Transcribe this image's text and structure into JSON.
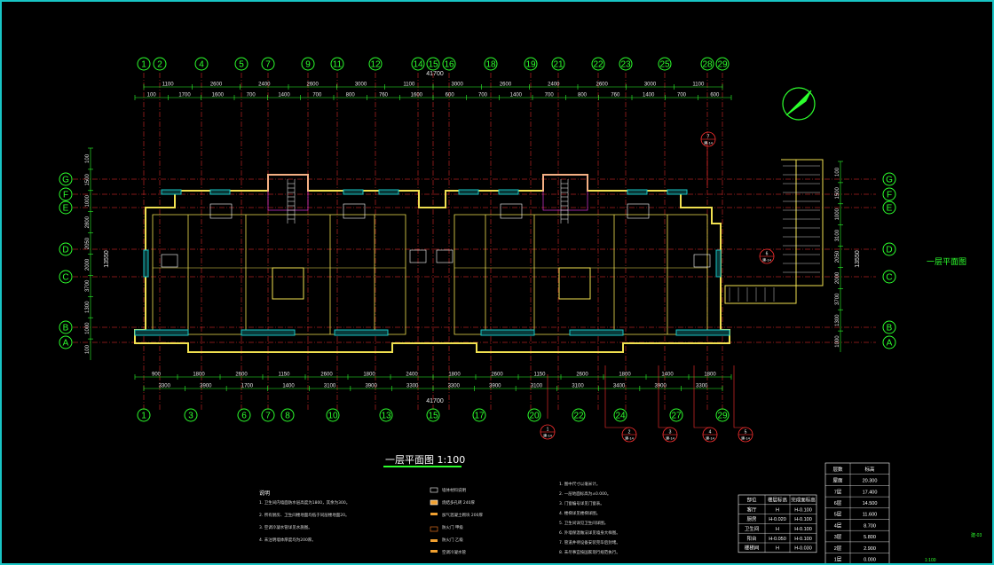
{
  "drawing": {
    "title": "一层平面图 1:100",
    "side_title": "一层平面图",
    "sheet_code": "建-03",
    "scale_stamp": "1:100",
    "colors": {
      "axis": "#2dff2d",
      "wall": "#f0e050",
      "window": "#18c4c4",
      "grid": "#ff3030",
      "text": "#e6e6e6"
    }
  },
  "axes": {
    "top": [
      "1",
      "2",
      "4",
      "5",
      "7",
      "9",
      "11",
      "12",
      "14",
      "15",
      "16",
      "18",
      "19",
      "21",
      "22",
      "23",
      "25",
      "28",
      "29"
    ],
    "bottom": [
      "1",
      "3",
      "6",
      "7",
      "8",
      "10",
      "13",
      "15",
      "17",
      "20",
      "22",
      "24",
      "27",
      "29"
    ],
    "rows": [
      "G",
      "F",
      "E",
      "D",
      "C",
      "B",
      "A"
    ]
  },
  "dims": {
    "total_top": "41700",
    "total_bottom": "41700",
    "total_depth": "13550",
    "top_row1": [
      "1100",
      "2600",
      "2400",
      "2600",
      "3000",
      "1100",
      "3000",
      "2600",
      "2400",
      "2600",
      "3000",
      "1100"
    ],
    "top_row2": [
      "100",
      "1700",
      "1600",
      "700",
      "1400",
      "700",
      "800",
      "760",
      "1600",
      "600",
      "700",
      "1400",
      "700",
      "800",
      "760",
      "1400",
      "700",
      "600"
    ],
    "bottom_row1": [
      "3300",
      "3900",
      "1700",
      "1400",
      "3100",
      "3900",
      "3300",
      "3300",
      "3900",
      "3100",
      "3100",
      "3400",
      "3900",
      "3300"
    ],
    "bottom_row2": [
      "900",
      "1800",
      "2600",
      "1150",
      "2600",
      "1800",
      "2400",
      "1800",
      "2600",
      "1150",
      "2600",
      "1800",
      "1400",
      "1800"
    ],
    "left_side": [
      "100",
      "1500",
      "1000",
      "2800",
      "2050",
      "2000",
      "3700",
      "1300",
      "1000",
      "100"
    ],
    "right_side": [
      "100",
      "1500",
      "1000",
      "3100",
      "2050",
      "2000",
      "3700",
      "1300",
      "1000"
    ]
  },
  "callouts": [
    {
      "num": "1",
      "sheet": "建-14"
    },
    {
      "num": "2",
      "sheet": "建-14"
    },
    {
      "num": "3",
      "sheet": "建-14"
    },
    {
      "num": "4",
      "sheet": "建-14"
    },
    {
      "num": "5",
      "sheet": "建-14"
    },
    {
      "num": "6",
      "sheet": "建-14"
    },
    {
      "num": "7",
      "sheet": "建-14"
    }
  ],
  "notes_left": {
    "heading": "说明",
    "lines": [
      "1. 卫生间内墙面防水层高度为1800，其余为300。",
      "2. 所有厨房、卫生间楼地面均低于同层楼地面20。",
      "3. 空调冷凝水管详见水施图。",
      "4. 未注明墙体厚度均为200厚。"
    ]
  },
  "notes_mid": {
    "lines": [
      "墙体材料说明",
      "烧结多孔砖 240厚",
      "加气混凝土砌块 200厚",
      "防火门 甲级",
      "防火门 乙级",
      "空调冷凝水管"
    ]
  },
  "notes_right": {
    "lines": [
      "1. 图中尺寸以毫米计。",
      "2. 一层地面标高为±0.000。",
      "3. 门窗编号详见门窗表。",
      "4. 楼梯详见楼梯详图。",
      "5. 卫生间详见卫生间详图。",
      "6. 外墙保温做法详见墙身大样图。",
      "7. 管道井待设备安装完毕后封堵。",
      "8. 未尽事宜按国家现行规范执行。"
    ]
  },
  "floor_table": {
    "headers": [
      "层数",
      "标高"
    ],
    "rows": [
      [
        "屋面",
        "20.300"
      ],
      [
        "7层",
        "17.400"
      ],
      [
        "6层",
        "14.500"
      ],
      [
        "5层",
        "11.600"
      ],
      [
        "4层",
        "8.700"
      ],
      [
        "3层",
        "5.800"
      ],
      [
        "2层",
        "2.900"
      ],
      [
        "1层",
        "0.000"
      ]
    ]
  },
  "area_table": {
    "headers": [
      "部位",
      "楼层标高",
      "完成面标高"
    ],
    "rows": [
      [
        "客厅",
        "H",
        "H-0.100"
      ],
      [
        "厨房",
        "H-0.020",
        "H-0.100"
      ],
      [
        "卫生间",
        "H",
        "H-0.100"
      ],
      [
        "阳台",
        "H-0.050",
        "H-0.100"
      ],
      [
        "楼梯间",
        "H",
        "H-0.030"
      ]
    ]
  }
}
